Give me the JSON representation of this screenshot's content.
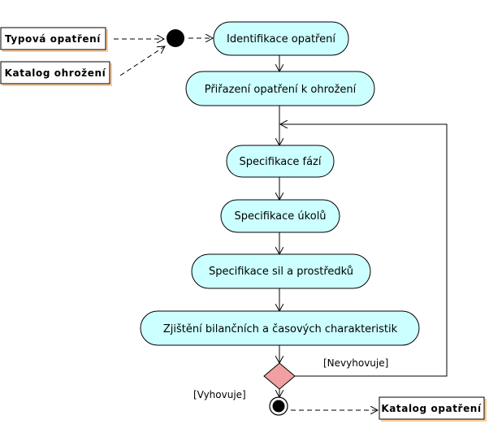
{
  "colors": {
    "activity_fill": "#ccffff",
    "decision_fill": "#f0a0a0",
    "object_shadow": "#ffcc99",
    "line": "#000000"
  },
  "objects": {
    "typova_opatreni": "Typová opatření",
    "katalog_ohrozeni": "Katalog ohrožení",
    "katalog_opatreni": "Katalog opatření"
  },
  "activities": {
    "identifikace": "Identifikace opatření",
    "prirazeni": "Přiřazení opatření k ohrožení",
    "specifikace_fazi": "Specifikace fází",
    "specifikace_ukolu": "Specifikace úkolů",
    "specifikace_sil": "Specifikace sil a prostředků",
    "zjisteni": "Zjištění bilančních a časových charakteristik"
  },
  "guards": {
    "nevyhovuje": "[Nevyhovuje]",
    "vyhovuje": "[Vyhovuje]"
  }
}
